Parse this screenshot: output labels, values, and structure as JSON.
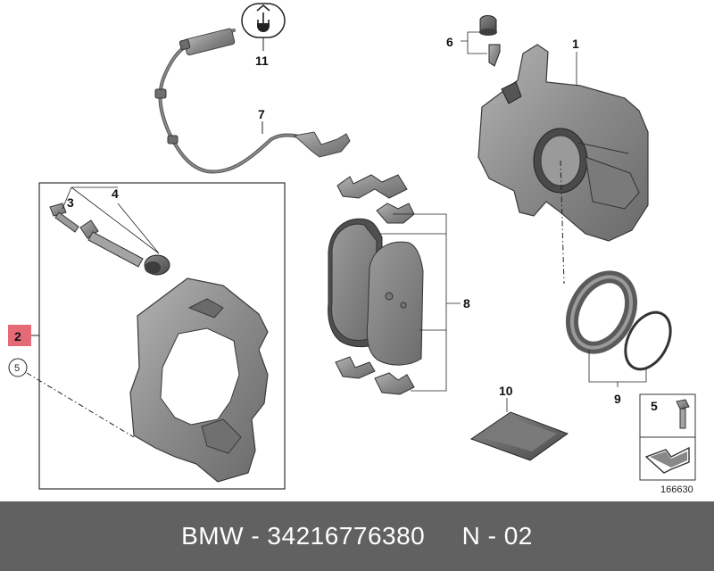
{
  "callouts": {
    "n1": "1",
    "n2": "2",
    "n3": "3",
    "n4": "4",
    "n5": "5",
    "n5_legend": "5",
    "n6": "6",
    "n7": "7",
    "n8": "8",
    "n9": "9",
    "n10": "10",
    "n11": "11"
  },
  "diagram_id": "166630",
  "footer": {
    "text": "BMW - 34216776380     N - 02"
  },
  "colors": {
    "part_fill": "#8e8e8e",
    "part_dark": "#5a5a5a",
    "pad_fill": "#6e6e6e",
    "highlight": "#e46a78",
    "footer_bg": "#616161"
  }
}
